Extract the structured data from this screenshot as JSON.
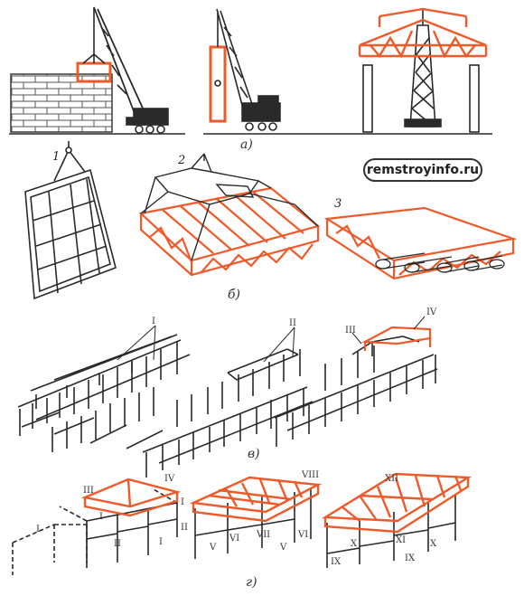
{
  "watermark": "remstroyinfo.ru",
  "captions": {
    "a": "а)",
    "b": "б)",
    "v": "в)",
    "g": "г)"
  },
  "item_numbers": [
    "1",
    "2",
    "3"
  ],
  "row_v_labels": [
    "I",
    "II",
    "III",
    "IV"
  ],
  "row_g_labels": [
    "III",
    "IV",
    "I",
    "I",
    "I",
    "II",
    "II",
    "I",
    "VIII",
    "VII",
    "V",
    "VI",
    "V",
    "VI",
    "XII",
    "XI",
    "X",
    "IX",
    "X",
    "IX"
  ],
  "colors": {
    "ink": "#2a2a2a",
    "accent": "#ef5a2a",
    "paper": "#ffffff"
  }
}
